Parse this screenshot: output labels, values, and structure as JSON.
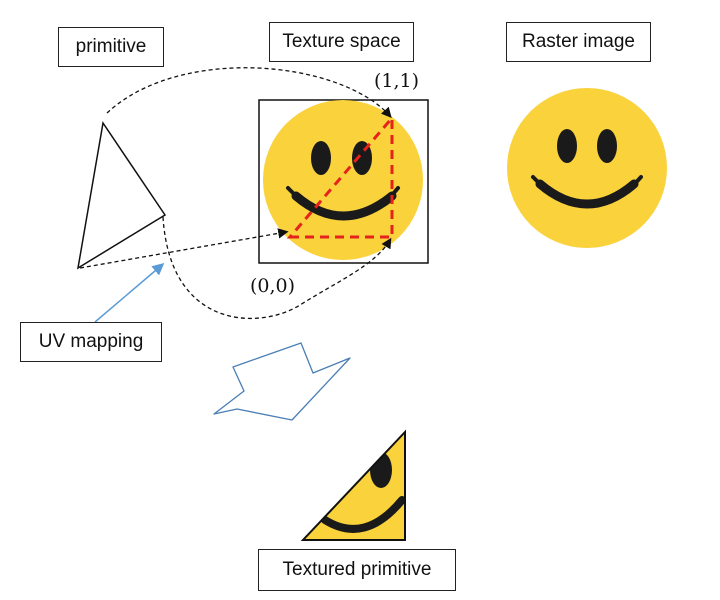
{
  "labels": {
    "primitive": "primitive",
    "texture_space": "Texture space",
    "raster_image": "Raster image",
    "uv_mapping": "UV mapping",
    "textured_primitive": "Textured primitive"
  },
  "coords": {
    "top_right": "(1,1)",
    "bottom_left": "(0,0)"
  },
  "colors": {
    "smiley_yellow": "#F9D23C",
    "smiley_features": "#1a1a1a",
    "mapping_triangle": "#E5231B",
    "uv_arrow": "#5B9BD5",
    "flow_arrow_outline": "#4A7FB5",
    "outline": "#111111"
  }
}
